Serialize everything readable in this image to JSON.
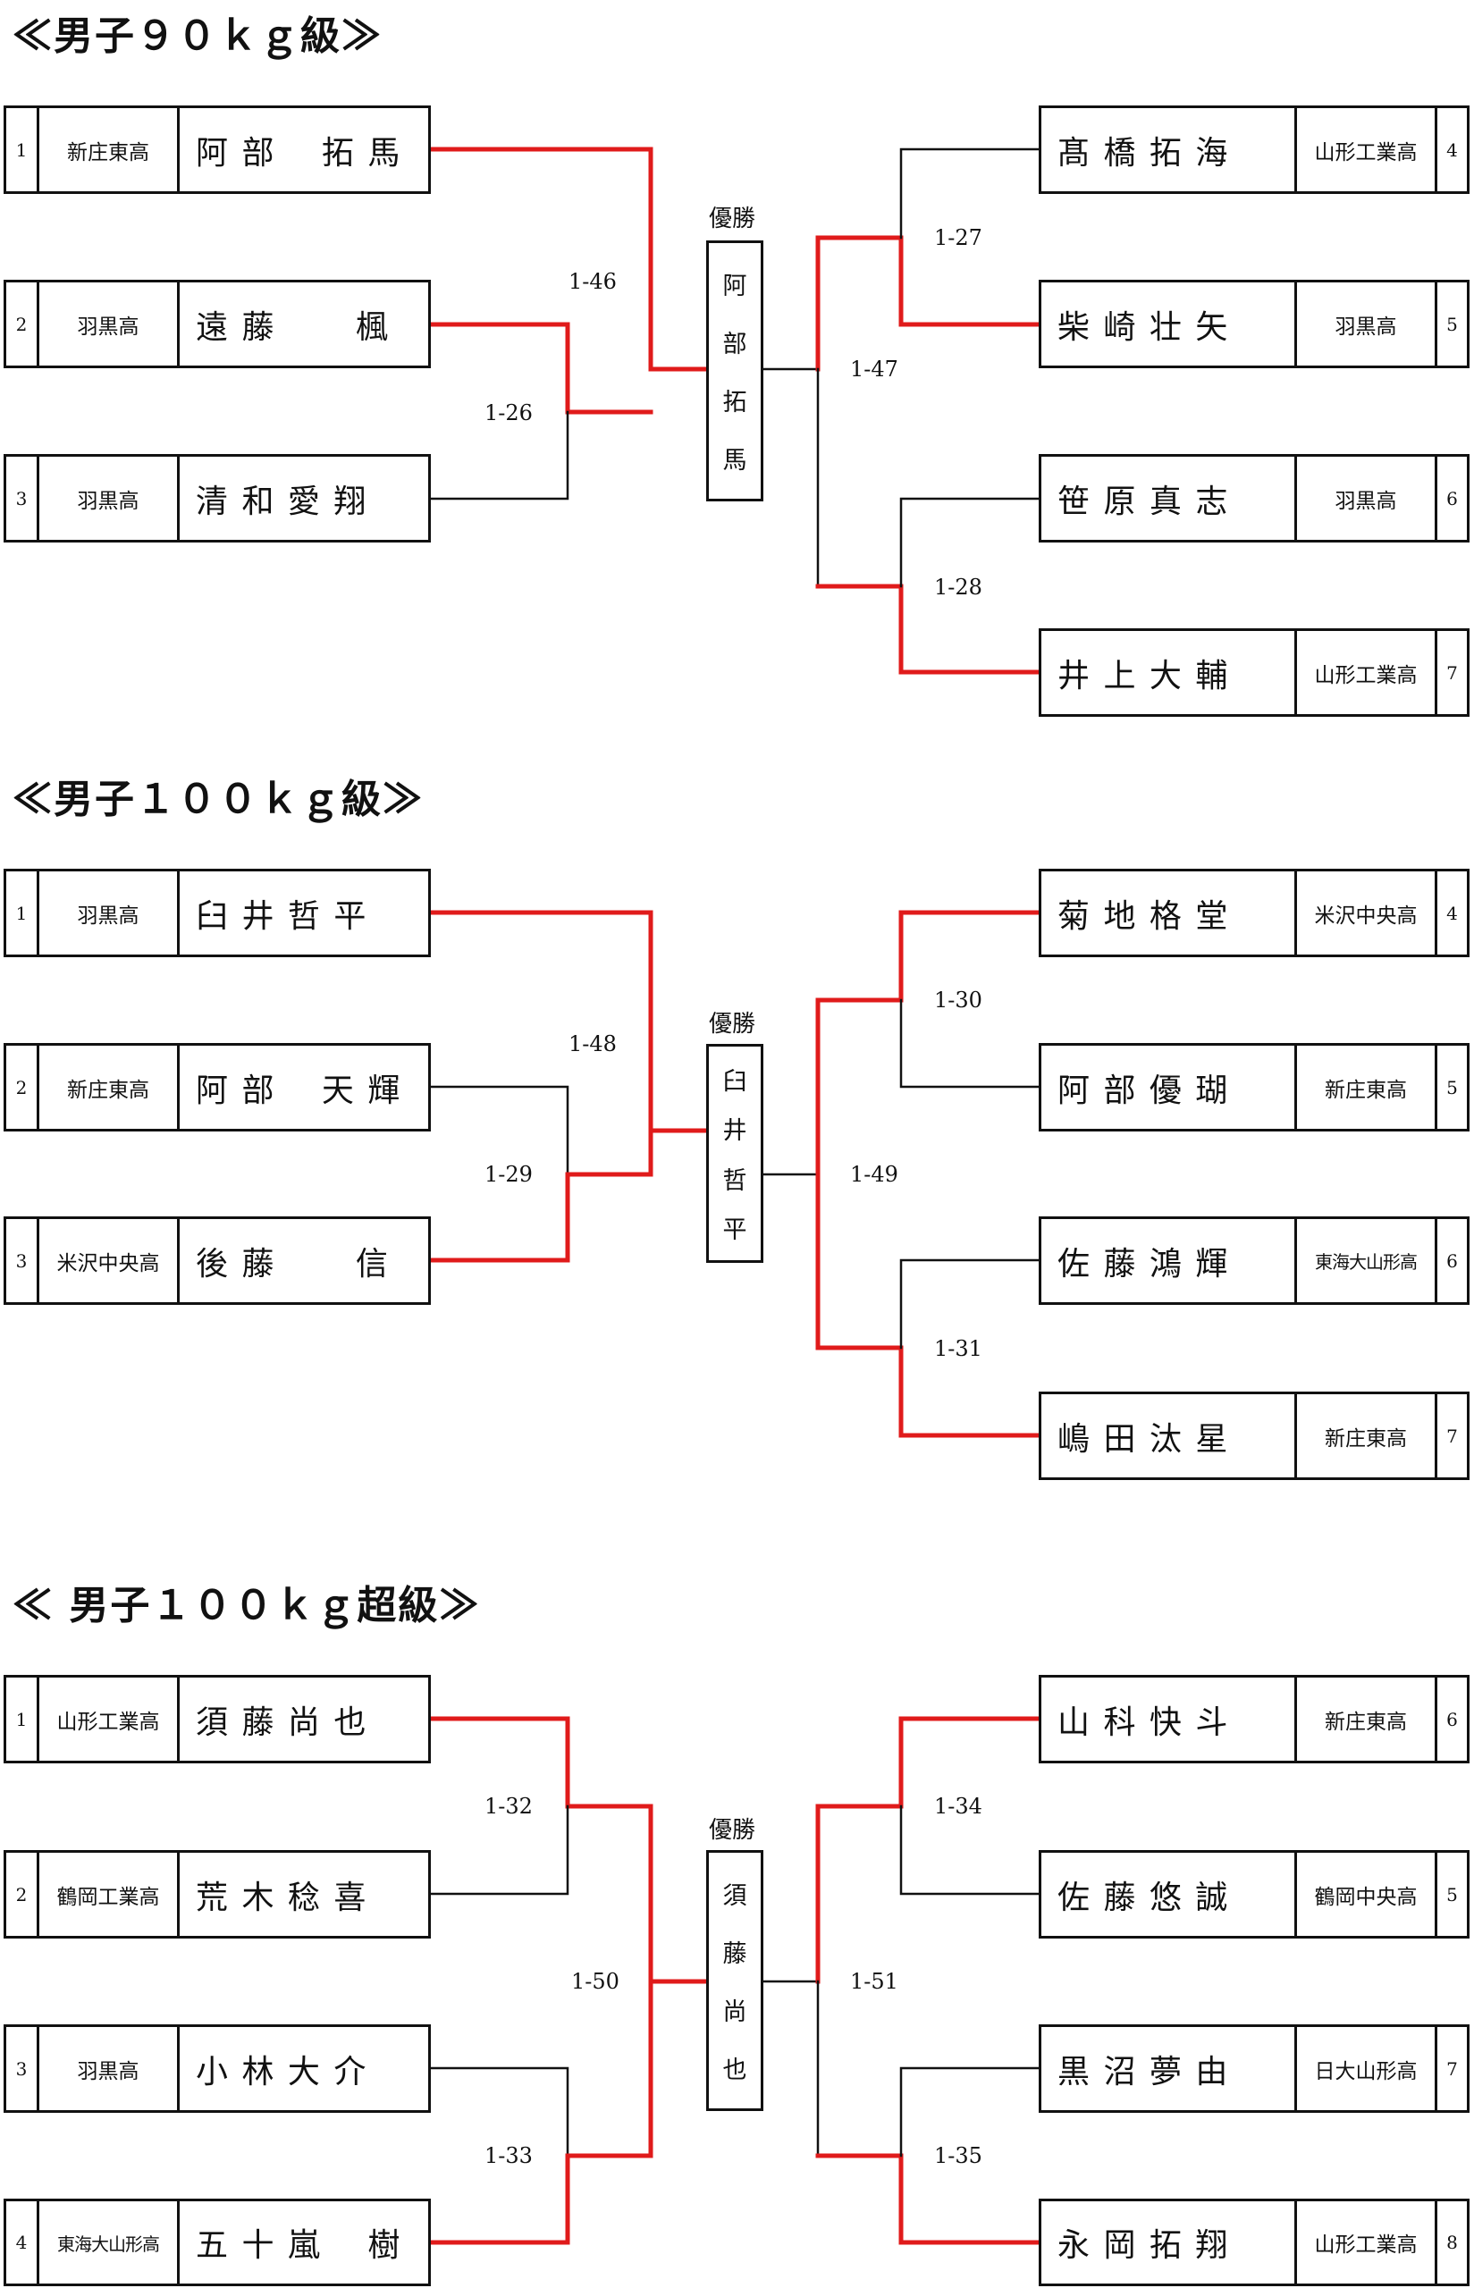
{
  "sections": [
    {
      "title": "≪男子９０ｋｇ級≫",
      "left": [
        {
          "seed": "1",
          "school": "新庄東高",
          "name": "阿 部　 拓 馬"
        },
        {
          "seed": "2",
          "school": "羽黒高",
          "name": "遠 藤　　 楓"
        },
        {
          "seed": "3",
          "school": "羽黒高",
          "name": "清 和 愛 翔"
        }
      ],
      "right": [
        {
          "seed": "4",
          "school": "山形工業高",
          "name": "髙 橋 拓 海"
        },
        {
          "seed": "5",
          "school": "羽黒高",
          "name": "柴 崎 壮 矢"
        },
        {
          "seed": "6",
          "school": "羽黒高",
          "name": "笹 原 真 志"
        },
        {
          "seed": "7",
          "school": "山形工業高",
          "name": "井 上 大 輔"
        }
      ],
      "matches": [
        "1-46",
        "1-26",
        "1-27",
        "1-47",
        "1-28"
      ],
      "winner_label": "優勝",
      "winner_chars": [
        "阿",
        "部",
        "拓",
        "馬"
      ]
    },
    {
      "title": "≪男子１００ｋｇ級≫",
      "left": [
        {
          "seed": "1",
          "school": "羽黒高",
          "name": "臼 井 哲 平"
        },
        {
          "seed": "2",
          "school": "新庄東高",
          "name": "阿 部　 天 輝"
        },
        {
          "seed": "3",
          "school": "米沢中央高",
          "name": "後 藤　　 信"
        }
      ],
      "right": [
        {
          "seed": "4",
          "school": "米沢中央高",
          "name": "菊 地 格 堂"
        },
        {
          "seed": "5",
          "school": "新庄東高",
          "name": "阿 部 優 瑚"
        },
        {
          "seed": "6",
          "school": "東海大山形高",
          "name": "佐 藤 鴻 輝"
        },
        {
          "seed": "7",
          "school": "新庄東高",
          "name": "嶋 田 汰 星"
        }
      ],
      "matches": [
        "1-48",
        "1-29",
        "1-30",
        "1-49",
        "1-31"
      ],
      "winner_label": "優勝",
      "winner_chars": [
        "臼",
        "井",
        "哲",
        "平"
      ]
    },
    {
      "title": "≪ 男子１００ｋｇ超級≫",
      "left": [
        {
          "seed": "1",
          "school": "山形工業高",
          "name": "須 藤 尚 也"
        },
        {
          "seed": "2",
          "school": "鶴岡工業高",
          "name": "荒 木 稔 喜"
        },
        {
          "seed": "3",
          "school": "羽黒高",
          "name": "小 林 大 介"
        },
        {
          "seed": "4",
          "school": "東海大山形高",
          "name": "五 十 嵐　 樹"
        }
      ],
      "right": [
        {
          "seed": "6",
          "school": "新庄東高",
          "name": "山 科 快 斗"
        },
        {
          "seed": "5",
          "school": "鶴岡中央高",
          "name": "佐 藤 悠 誠"
        },
        {
          "seed": "7",
          "school": "日大山形高",
          "name": "黒 沼 夢 由"
        },
        {
          "seed": "8",
          "school": "山形工業高",
          "name": "永 岡 拓 翔"
        }
      ],
      "matches": [
        "1-32",
        "1-33",
        "1-50",
        "1-34",
        "1-35",
        "1-51"
      ],
      "winner_label": "優勝",
      "winner_chars": [
        "須",
        "藤",
        "尚",
        "也"
      ]
    }
  ],
  "colors": {
    "win_line": "#e01b1b",
    "line": "#111111"
  }
}
